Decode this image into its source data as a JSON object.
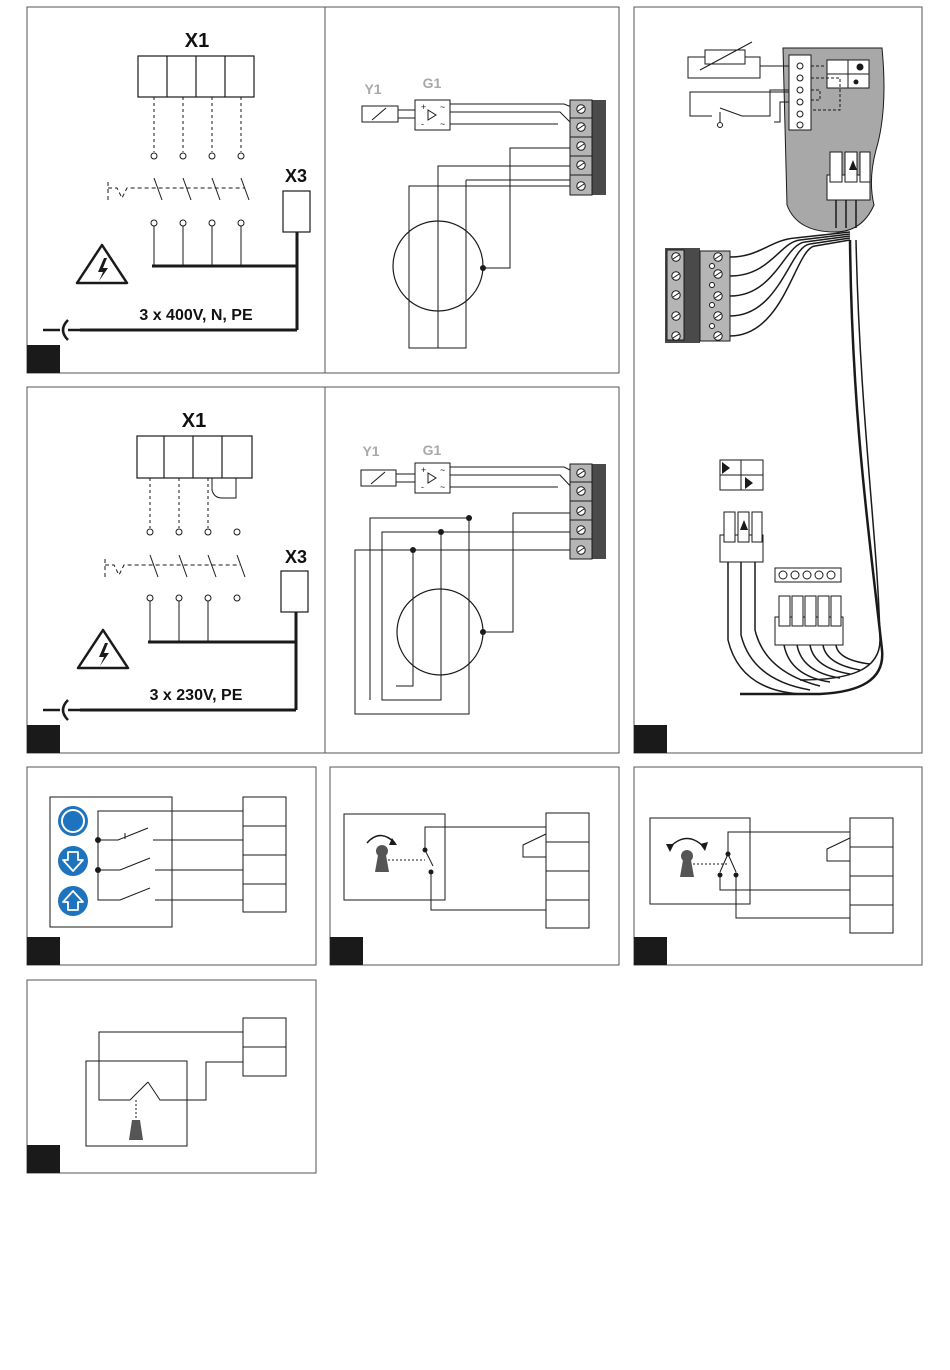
{
  "panel1": {
    "x1_label": "X1",
    "x3_label": "X3",
    "supply_label": "3 x 400V, N, PE",
    "y1_label": "Y1",
    "g1_label": "G1"
  },
  "panel2": {
    "x1_label": "X1",
    "x3_label": "X3",
    "supply_label": "3 x 230V, PE",
    "y1_label": "Y1",
    "g1_label": "G1"
  },
  "colors": {
    "line": "#1a1a1a",
    "frame": "#555555",
    "terminal_dark": "#4a4a4a",
    "terminal_light": "#b5b5b5",
    "board": "#a8a8a8",
    "icon_blue": "#1e73be",
    "faint_label": "#a9a9a9"
  },
  "icons": {
    "stop": "circle-icon",
    "down": "arrow-down-icon",
    "up": "arrow-up-icon",
    "warning": "lightning-warning-icon",
    "key": "key-icon",
    "plug": "plug-icon"
  }
}
